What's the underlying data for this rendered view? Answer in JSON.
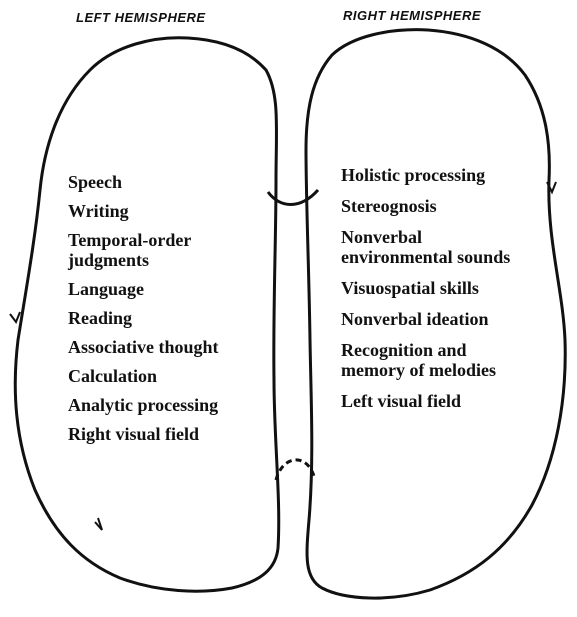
{
  "left_hemisphere": {
    "title": "LEFT HEMISPHERE",
    "functions": [
      "Speech",
      "Writing",
      "Temporal-order\njudgments",
      "Language",
      "Reading",
      "Associative thought",
      "Calculation",
      "Analytic processing",
      "Right visual field"
    ]
  },
  "right_hemisphere": {
    "title": "RIGHT HEMISPHERE",
    "functions": [
      "Holistic processing",
      "Stereognosis",
      "Nonverbal\nenvironmental sounds",
      "Visuospatial skills",
      "Nonverbal ideation",
      "Recognition and\nmemory of melodies",
      "Left visual field"
    ]
  },
  "colors": {
    "ink": "#111111",
    "background": "#ffffff"
  }
}
